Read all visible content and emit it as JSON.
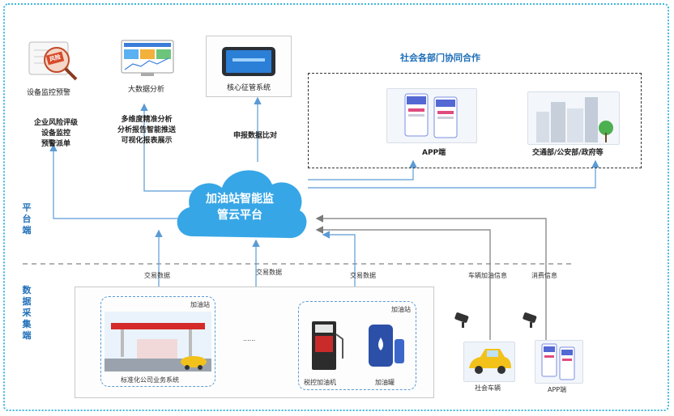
{
  "top": {
    "monitor_label": "设备监控预警",
    "risk_badge": "风险",
    "bigdata_label": "大数据分析",
    "core_label": "核心征管系统",
    "monitor_notes": [
      "企业风险评级",
      "设备监控",
      "预警派单"
    ],
    "bigdata_notes": [
      "多维度精准分析",
      "分析报告智能推送",
      "可视化报表展示"
    ],
    "core_note": "申报数据比对"
  },
  "social": {
    "title": "社会各部门协同合作",
    "app_label": "APP端",
    "gov_label": "交通部/公安部/政府等"
  },
  "cloud": {
    "title_line1": "加油站智能监",
    "title_line2": "管云平台"
  },
  "side": {
    "platform": [
      "平",
      "台",
      "端"
    ],
    "collect": [
      "数",
      "据",
      "采",
      "集",
      "端"
    ]
  },
  "flows": {
    "trade1": "交易数据",
    "trade2": "交易数据",
    "trade3": "交易数据",
    "refuel_info": "车辆加油信息",
    "consume_info": "消费信息"
  },
  "stations": {
    "station1_tag": "加油站",
    "station1_label": "标准化公司业务系统",
    "ellipsis": "......",
    "station2_tag": "加油站",
    "pump_label": "税控加油机",
    "tank_label": "加油罐"
  },
  "bottom_right": {
    "car_label": "社会车辆",
    "app_label": "APP端"
  },
  "colors": {
    "cloud": "#37a6e6",
    "frame": "#3fb8dc",
    "lines": "#5b9bd5",
    "accent_red": "#d42a2a"
  }
}
